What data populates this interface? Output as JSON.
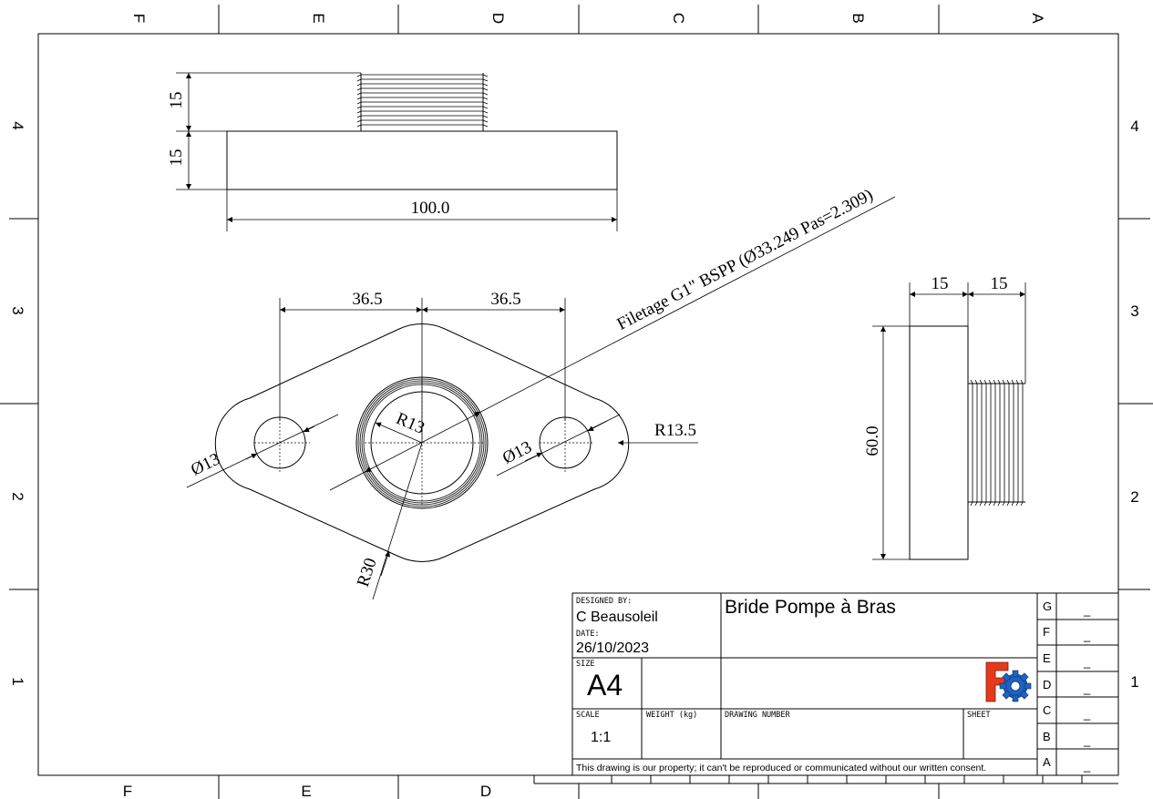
{
  "zones": {
    "columns_top": [
      "F",
      "E",
      "D",
      "C",
      "B",
      "A"
    ],
    "columns_bottom": [
      "F",
      "E",
      "D"
    ],
    "rows_left": [
      "4",
      "3",
      "2",
      "1"
    ],
    "rows_right": [
      "4",
      "3",
      "2",
      "1"
    ]
  },
  "dimensions": {
    "top_view": {
      "upper_height": "15",
      "lower_height": "15",
      "width": "100.0"
    },
    "front_view": {
      "left_spacing": "36.5",
      "right_spacing": "36.5",
      "thread_note": "Filetage G1\" BSPP (Ø33.249 Pas=2.309)",
      "left_hole": "Ø13",
      "right_hole": "Ø13",
      "center_radius": "R13",
      "outer_radius_right": "R13.5",
      "outer_radius_bottom": "R30"
    },
    "side_view": {
      "left_width": "15",
      "right_width": "15",
      "height": "60.0"
    }
  },
  "title_block": {
    "designed_by_label": "DESIGNED BY:",
    "designed_by": "C Beausoleil",
    "date_label": "DATE:",
    "date": "26/10/2023",
    "size_label": "SIZE",
    "size": "A4",
    "title": "Bride Pompe à Bras",
    "scale_label": "SCALE",
    "scale": "1:1",
    "weight_label": "WEIGHT (kg)",
    "drawing_number_label": "DRAWING NUMBER",
    "sheet_label": "SHEET",
    "notice": "This drawing is our property; it can't be reproduced or communicated without our written consent.",
    "revisions": [
      {
        "letter": "G",
        "value": "_"
      },
      {
        "letter": "F",
        "value": "_"
      },
      {
        "letter": "E",
        "value": "_"
      },
      {
        "letter": "D",
        "value": "_"
      },
      {
        "letter": "C",
        "value": "_"
      },
      {
        "letter": "B",
        "value": "_"
      },
      {
        "letter": "A",
        "value": "_"
      }
    ]
  },
  "logo": {
    "icon": "freecad-logo-icon",
    "colors": {
      "f": "#e4391b",
      "gear": "#1f62c4"
    }
  }
}
